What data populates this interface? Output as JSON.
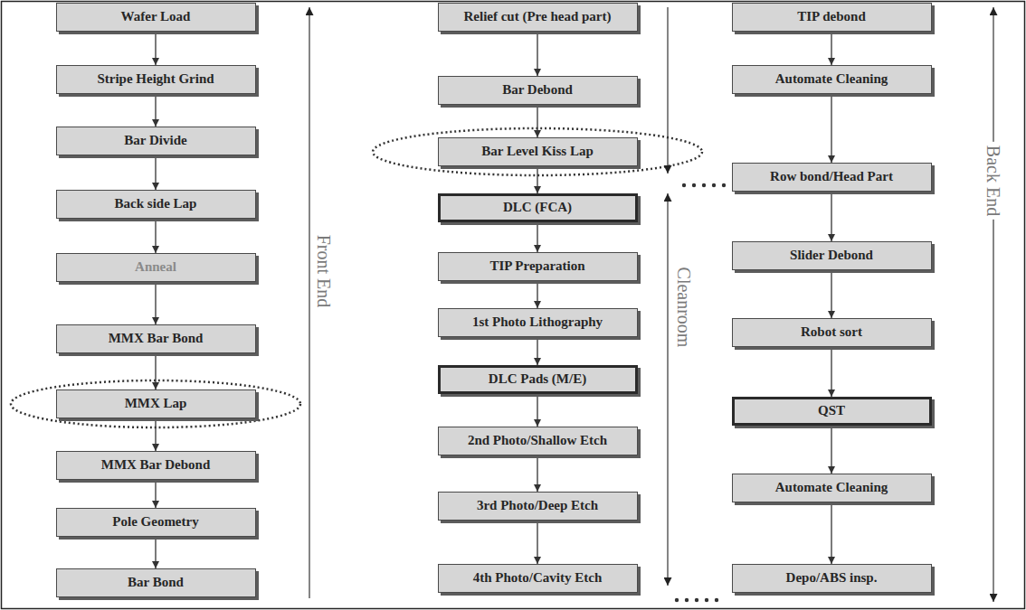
{
  "diagram": {
    "nodes": [
      {
        "text": [
          "Wafer Load"
        ]
      },
      {
        "text": [
          "Stripe Height Grind"
        ]
      },
      {
        "text": [
          "Bar Divide"
        ]
      },
      {
        "text": [
          "Back side Lap"
        ]
      },
      {
        "text": [
          "Anneal"
        ]
      },
      {
        "text": [
          "MMX Bar Bond"
        ]
      },
      {
        "text": [
          "MMX Lap"
        ]
      },
      {
        "text": [
          "MMX Bar Debond"
        ]
      },
      {
        "text": [
          "Pole Geometry"
        ]
      },
      {
        "text": [
          "Bar Bond"
        ]
      },
      {
        "text": [
          "Relief cut (Pre head part)"
        ]
      },
      {
        "text": [
          "Bar Debond"
        ]
      },
      {
        "text": [
          "Bar Level Kiss Lap"
        ]
      },
      {
        "text": [
          "DLC (FCA)"
        ]
      },
      {
        "text": [
          "TIP Preparation"
        ]
      },
      {
        "text": [
          "1st Photo Lithography"
        ]
      },
      {
        "text": [
          "DLC Pads (M/E)"
        ]
      },
      {
        "text": [
          "2nd Photo/Shallow Etch"
        ]
      },
      {
        "text": [
          "3rd Photo/Deep Etch"
        ]
      },
      {
        "text": [
          "4th Photo/Cavity Etch"
        ]
      },
      {
        "text": [
          "TIP debond"
        ]
      },
      {
        "text": [
          "Automate Cleaning"
        ]
      },
      {
        "text": [
          "Row bond/Head Part"
        ]
      },
      {
        "text": [
          "Slider Debond"
        ]
      },
      {
        "text": [
          "Robot sort"
        ]
      },
      {
        "text": [
          "QST"
        ]
      },
      {
        "text": [
          "Automate Cleaning"
        ]
      },
      {
        "text": [
          "Depo/ABS insp."
        ]
      }
    ],
    "edges": [
      {
        "from": 0,
        "to": 1,
        "arrow": "to"
      },
      {
        "from": 1,
        "to": 2,
        "arrow": "to"
      },
      {
        "from": 2,
        "to": 3,
        "arrow": "to"
      },
      {
        "from": 3,
        "to": 4,
        "arrow": "to"
      },
      {
        "from": 4,
        "to": 5,
        "arrow": "to"
      },
      {
        "from": 5,
        "to": 6,
        "arrow": "to"
      },
      {
        "from": 6,
        "to": 7,
        "arrow": "to"
      },
      {
        "from": 7,
        "to": 8,
        "arrow": "to"
      },
      {
        "from": 8,
        "to": 9,
        "arrow": "to"
      },
      {
        "from": 10,
        "to": 11,
        "arrow": "to"
      },
      {
        "from": 11,
        "to": 12,
        "arrow": "to"
      },
      {
        "from": 12,
        "to": 13,
        "arrow": "to"
      },
      {
        "from": 13,
        "to": 14,
        "arrow": "to"
      },
      {
        "from": 14,
        "to": 15,
        "arrow": "to"
      },
      {
        "from": 15,
        "to": 16,
        "arrow": "to"
      },
      {
        "from": 16,
        "to": 17,
        "arrow": "to"
      },
      {
        "from": 17,
        "to": 18,
        "arrow": "to"
      },
      {
        "from": 18,
        "to": 19,
        "arrow": "to"
      },
      {
        "from": 20,
        "to": 21,
        "arrow": "to"
      },
      {
        "from": 21,
        "to": 22,
        "arrow": "to"
      },
      {
        "from": 22,
        "to": 23,
        "arrow": "to"
      },
      {
        "from": 23,
        "to": 24,
        "arrow": "to"
      },
      {
        "from": 24,
        "to": 25,
        "arrow": "to"
      },
      {
        "from": 25,
        "to": 26,
        "arrow": "to"
      },
      {
        "from": 26,
        "to": 27,
        "arrow": "to"
      }
    ],
    "labels": [
      "Front End",
      "Cleanroom",
      "Back End"
    ]
  }
}
